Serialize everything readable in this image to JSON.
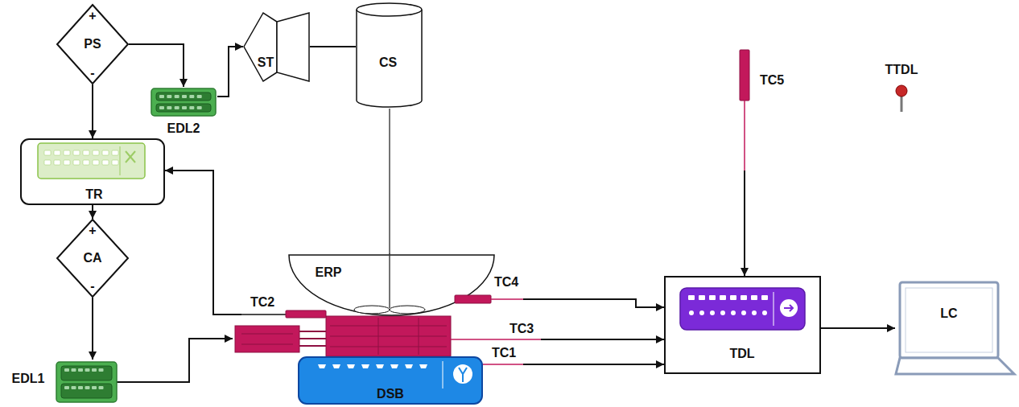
{
  "diagram": {
    "nodes": [
      {
        "text": [
          "+",
          "PS",
          "-"
        ]
      },
      {
        "text": [
          "EDL2"
        ]
      },
      {
        "text": [
          "ST"
        ]
      },
      {
        "text": [
          "CS"
        ]
      },
      {
        "text": [
          "TC5"
        ]
      },
      {
        "text": [
          "TTDL"
        ]
      },
      {
        "text": [
          "TR"
        ]
      },
      {
        "text": [
          "+",
          "CA",
          "-"
        ]
      },
      {
        "text": [
          "ERP"
        ]
      },
      {
        "text": [
          "TC2"
        ]
      },
      {
        "text": [
          "TC4"
        ]
      },
      {
        "text": [
          "TC3"
        ]
      },
      {
        "text": [
          "TC1"
        ]
      },
      {
        "text": [
          "TDL"
        ]
      },
      {
        "text": [
          "LC"
        ]
      },
      {
        "text": [
          "EDL1"
        ]
      },
      {
        "text": [
          "DSB"
        ]
      }
    ],
    "edges": [
      {
        "from": 0,
        "to": 1,
        "arrow": "to"
      },
      {
        "from": 1,
        "to": 2,
        "arrow": "to"
      },
      {
        "from": 2,
        "to": 3,
        "arrow": "none"
      },
      {
        "from": 0,
        "to": 6,
        "arrow": "to"
      },
      {
        "from": 6,
        "to": 7,
        "arrow": "to"
      },
      {
        "from": 7,
        "to": 15,
        "arrow": "to"
      },
      {
        "from": 9,
        "to": 6,
        "arrow": "to"
      },
      {
        "from": 10,
        "to": 13,
        "arrow": "to"
      },
      {
        "from": 11,
        "to": 13,
        "arrow": "to"
      },
      {
        "from": 12,
        "to": 13,
        "arrow": "to"
      },
      {
        "from": 4,
        "to": 13,
        "arrow": "to"
      },
      {
        "from": 13,
        "to": 14,
        "arrow": "to"
      }
    ]
  }
}
